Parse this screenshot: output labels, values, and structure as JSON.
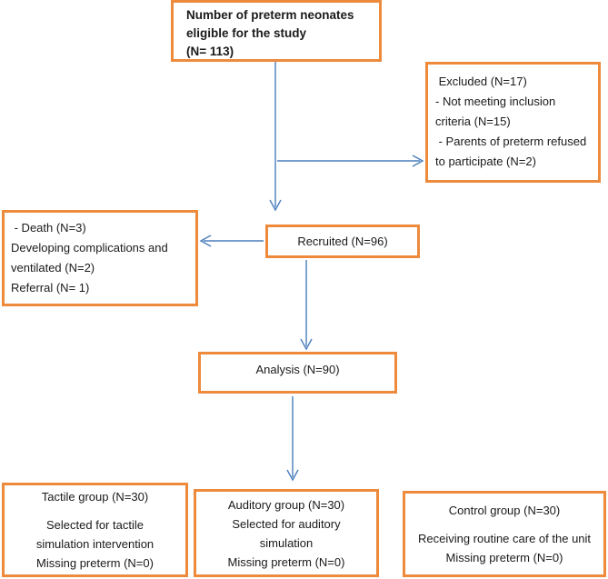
{
  "figure": {
    "type": "flowchart",
    "title": "CONSORT-style participant flow diagram of preterm neonates",
    "box_border_color": "#ED8A3C",
    "arrow_color": "#4A7EBB",
    "background_color": "#FFFFFF"
  },
  "nodes": {
    "eligible": {
      "id": "eligible",
      "lines": [
        "Number of preterm neonates",
        "eligible for the study",
        "(N= 113)"
      ],
      "count": 113,
      "bold": true
    },
    "excluded": {
      "id": "excluded",
      "lines": [
        " Excluded (N=17)",
        "- Not meeting inclusion",
        "criteria (N=15)",
        " - Parents of preterm refused",
        "to participate (N=2)"
      ],
      "count": 17,
      "reasons": [
        {
          "label": "Not meeting inclusion criteria",
          "n": 15
        },
        {
          "label": "Parents of preterm refused to participate",
          "n": 2
        }
      ]
    },
    "losses": {
      "id": "losses",
      "lines": [
        " - Death (N=3)",
        "Developing complications and",
        "ventilated (N=2)",
        "Referral (N= 1)"
      ],
      "reasons": [
        {
          "label": "Death",
          "n": 3
        },
        {
          "label": "Developing complications and ventilated",
          "n": 2
        },
        {
          "label": "Referral",
          "n": 1
        }
      ]
    },
    "recruited": {
      "id": "recruited",
      "lines": [
        "Recruited (N=96)"
      ],
      "count": 96
    },
    "analysis": {
      "id": "analysis",
      "lines": [
        "Analysis (N=90)"
      ],
      "count": 90
    },
    "tactile": {
      "id": "tactile",
      "lines": [
        "Tactile group (N=30)",
        "",
        "Selected for tactile",
        "simulation intervention",
        "Missing preterm (N=0)"
      ],
      "count": 30,
      "missing": 0
    },
    "auditory": {
      "id": "auditory",
      "lines": [
        "Auditory group (N=30)",
        "Selected for auditory",
        "simulation",
        "Missing preterm (N=0)"
      ],
      "count": 30,
      "missing": 0
    },
    "control": {
      "id": "control",
      "lines": [
        "Control group (N=30)",
        "",
        "Receiving routine care of the unit",
        "Missing preterm (N=0)"
      ],
      "count": 30,
      "missing": 0
    }
  },
  "edges": [
    {
      "name": "eligible-to-recruited",
      "from": "eligible",
      "to": "recruited",
      "direction": "down"
    },
    {
      "name": "eligible-to-excluded",
      "from": "eligible",
      "to": "excluded",
      "direction": "right"
    },
    {
      "name": "recruited-to-losses",
      "from": "recruited",
      "to": "losses",
      "direction": "left"
    },
    {
      "name": "recruited-to-analysis",
      "from": "recruited",
      "to": "analysis",
      "direction": "down"
    },
    {
      "name": "analysis-to-groups",
      "from": "analysis",
      "to": "auditory",
      "direction": "down"
    }
  ]
}
